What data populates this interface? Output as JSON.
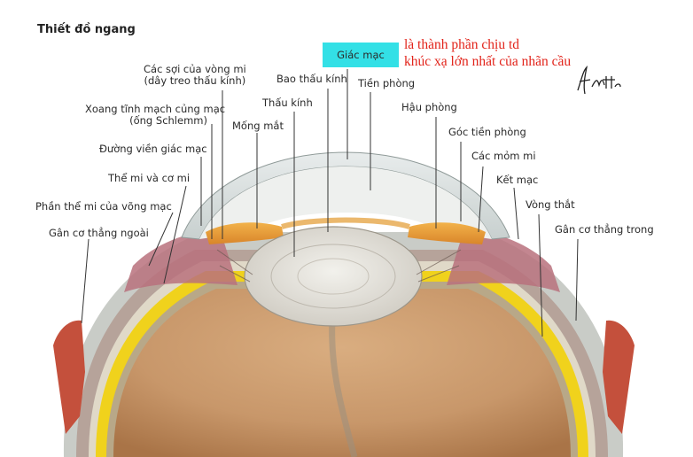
{
  "title": "Thiết đồ ngang",
  "highlighted_label": "Giác mạc",
  "annotation": {
    "line1": "là thành phần chịu td",
    "line2": "khúc xạ lớn nhất của nhãn cầu"
  },
  "labels": {
    "cac_soi_vong_mi_1": "Các sợi của vòng mi",
    "cac_soi_vong_mi_2": "(dây treo thấu kính)",
    "xoang_1": "Xoang tĩnh mạch củng mạc",
    "xoang_2": "(ống Schlemm)",
    "duong_vien": "Đường viền giác mạc",
    "the_mi": "Thể mi và cơ mi",
    "phan_the_mi": "Phần thể mi của võng mạc",
    "gan_co_ngoai": "Gân cơ thẳng ngoài",
    "bao_thau_kinh": "Bao thấu kính",
    "thau_kinh": "Thấu kính",
    "mong_mat": "Mống mắt",
    "tien_phong": "Tiền phòng",
    "hau_phong": "Hậu phòng",
    "goc_tien_phong": "Góc tiền phòng",
    "cac_mom_mi": "Các mỏm mi",
    "ket_mac": "Kết mạc",
    "vong_that": "Vòng thắt",
    "gan_co_trong": "Gân cơ thẳng trong"
  },
  "colors": {
    "annotation": "#e2231a",
    "highlight": "#33e0e6",
    "vitreous": "#c9996b",
    "lens": "#e4e2dc",
    "iris": "#e39a2f",
    "choroid": "#f0d21c",
    "muscle": "#c4503c"
  }
}
